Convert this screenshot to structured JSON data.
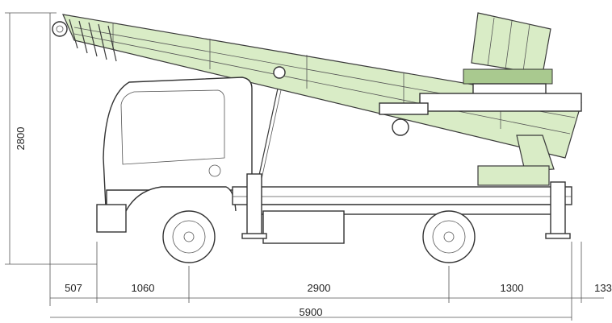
{
  "dimensions": {
    "height": "2800",
    "front_overhang": "507",
    "cab_to_axle": "1060",
    "wheelbase": "2900",
    "rear_overhang": "1300",
    "extra": "133",
    "total_length": "5900"
  },
  "colors": {
    "ladder_green": "#d9ecc6",
    "line": "#3a3a3a"
  }
}
